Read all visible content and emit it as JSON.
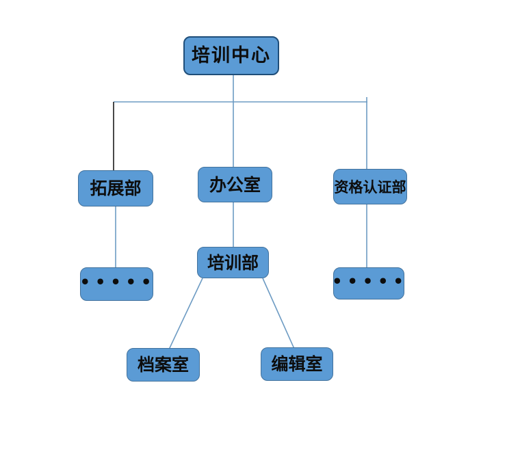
{
  "colors": {
    "node_fill": "#5b9bd5",
    "node_border": "#41719c",
    "root_node_border": "#1f4e79",
    "connector_blue": "#6d9bc3",
    "connector_black": "#1a1a1a",
    "text": "#0d0d0d",
    "background": "#ffffff"
  },
  "diagram": {
    "title": "",
    "nodes": [
      {
        "id": "training-center",
        "label": "培训中心"
      },
      {
        "id": "expansion-dept",
        "label": "拓展部"
      },
      {
        "id": "office",
        "label": "办公室"
      },
      {
        "id": "qualification-cert-dept",
        "label": "资格认证部"
      },
      {
        "id": "left-ellipsis",
        "label": "•••••"
      },
      {
        "id": "training-dept",
        "label": "培训部"
      },
      {
        "id": "right-ellipsis",
        "label": "•••••"
      },
      {
        "id": "archive-room",
        "label": "档案室"
      },
      {
        "id": "editing-room",
        "label": "编辑室"
      }
    ],
    "hierarchy": [
      {
        "from": "training-center",
        "to": "expansion-dept"
      },
      {
        "from": "training-center",
        "to": "office"
      },
      {
        "from": "training-center",
        "to": "qualification-cert-dept"
      },
      {
        "from": "expansion-dept",
        "to": "left-ellipsis"
      },
      {
        "from": "office",
        "to": "training-dept"
      },
      {
        "from": "qualification-cert-dept",
        "to": "right-ellipsis"
      },
      {
        "from": "training-dept",
        "to": "archive-room"
      },
      {
        "from": "training-dept",
        "to": "editing-room"
      }
    ]
  }
}
